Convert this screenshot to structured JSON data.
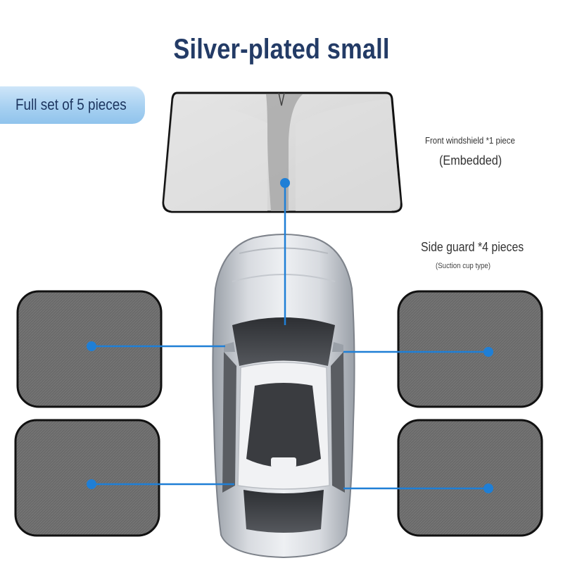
{
  "title": "Silver-plated small",
  "badge": "Full set of 5 pieces",
  "windshield": {
    "label": "Front windshield *1 piece",
    "sublabel": "(Embedded)"
  },
  "side_guard": {
    "label": "Side guard *4 pieces",
    "sublabel": "(Suction cup type)"
  },
  "colors": {
    "title": "#233b66",
    "connector": "#1f7fd6",
    "shade_mesh": "#6a6a6a",
    "windshield_silver": "#d9d9d9",
    "car_body": "#c9ccd1"
  },
  "icons": [
    "windshield-shade",
    "side-shade-panel",
    "car-top-view",
    "connector-dot"
  ]
}
